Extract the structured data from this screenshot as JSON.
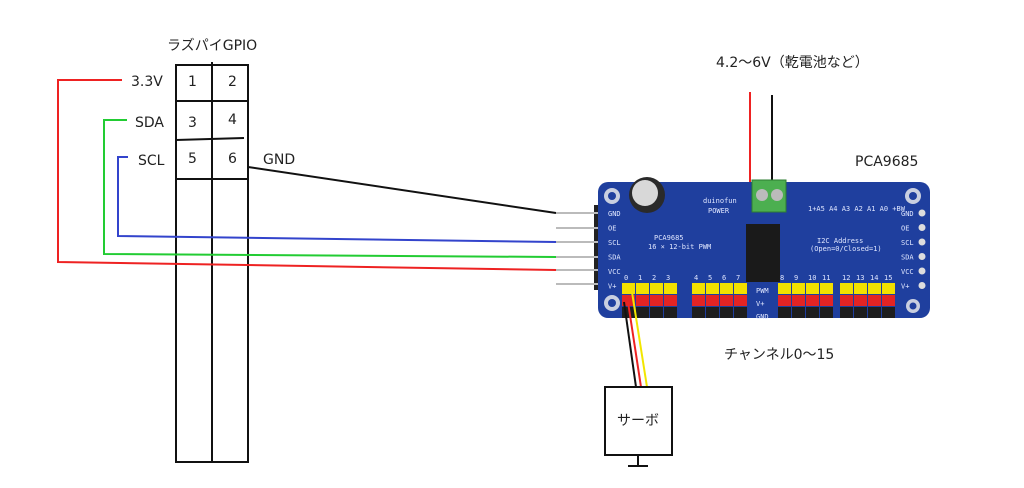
{
  "gpio": {
    "title": "ラズパイGPIO",
    "pins": [
      "1",
      "2",
      "3",
      "4",
      "5",
      "6"
    ],
    "labels": {
      "pin1": "3.3V",
      "pin3": "SDA",
      "pin5": "SCL",
      "pin6": "GND"
    }
  },
  "power_label": "4.2～6V（乾電池など）",
  "board": {
    "name": "PCA9685",
    "silkscreen": {
      "brand": "duinofun",
      "power": "POWER",
      "chip": "PCA9685",
      "pwm_desc": "16 × 12-bit PWM",
      "i2c": "I2C Address",
      "i2c_sub": "(Open=0/Closed=1)",
      "addr": "1+A5 A4 A3 A2 A1 A0 +BW",
      "left_pins": [
        "GND",
        "OE",
        "SCL",
        "SDA",
        "VCC",
        "V+"
      ],
      "right_pins": [
        "GND",
        "OE",
        "SCL",
        "SDA",
        "VCC",
        "V+"
      ],
      "row_labels": [
        "PWM",
        "V+",
        "GND"
      ],
      "channels": [
        "0",
        "1",
        "2",
        "3",
        "4",
        "5",
        "6",
        "7",
        "8",
        "9",
        "10",
        "11",
        "12",
        "13",
        "14",
        "15"
      ]
    }
  },
  "channel_label": "チャンネル0～15",
  "servo_label": "サーボ",
  "colors": {
    "vcc": "#ee2222",
    "sda": "#22cc33",
    "scl": "#3344cc",
    "gnd": "#111111",
    "board": "#1f3f9e",
    "signal": "#f2e600"
  }
}
